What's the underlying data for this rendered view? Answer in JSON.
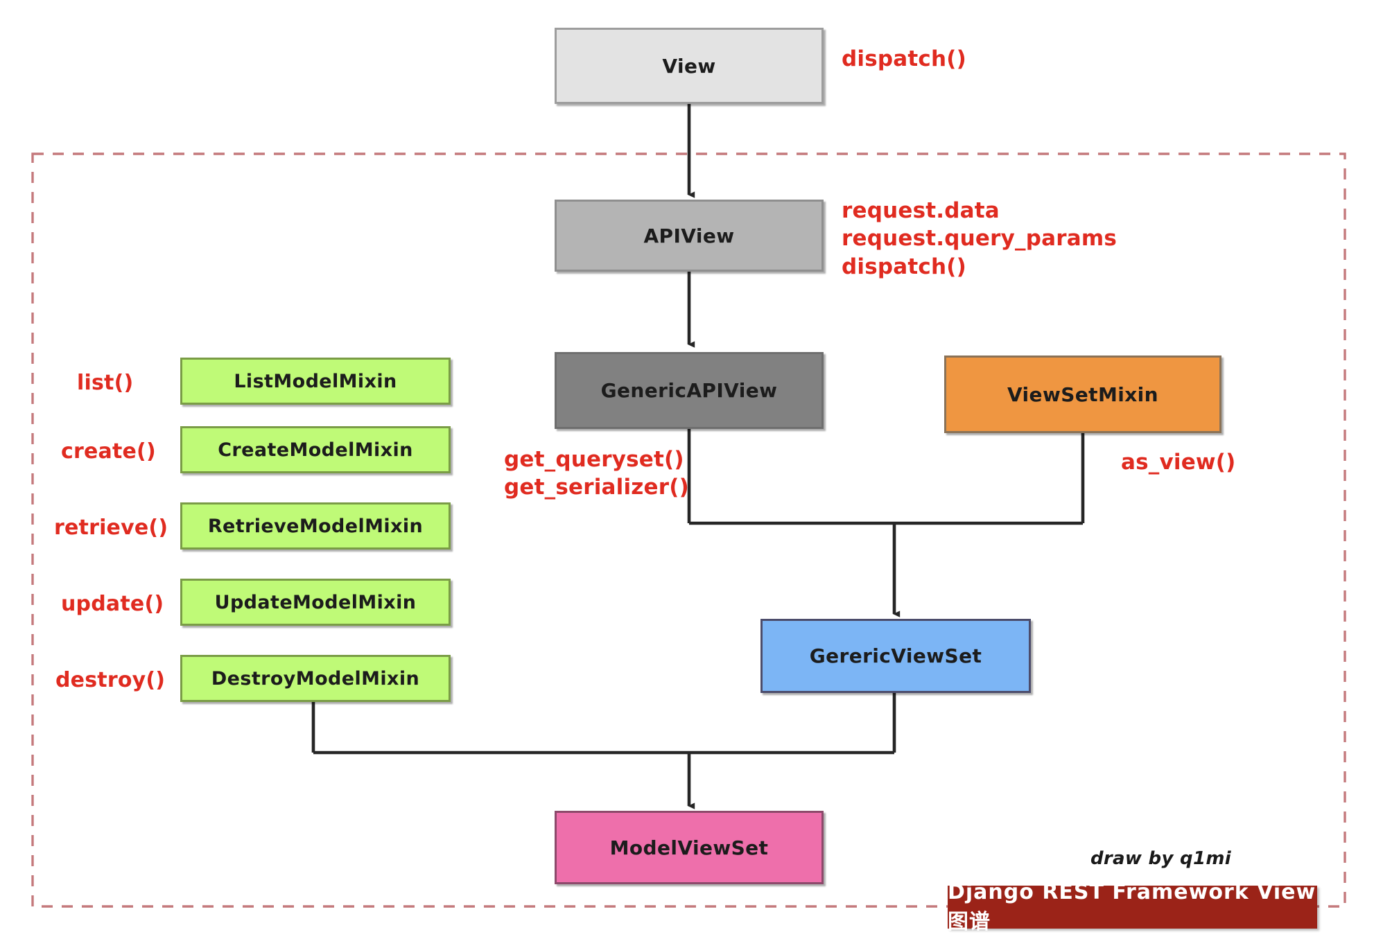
{
  "diagram": {
    "title_banner": "Django REST Framework View 图谱",
    "credit": "draw by q1mi",
    "group_border_color": "#c4797c",
    "arrow_color": "#262626",
    "annotation_color": "#e02b20",
    "banner_color": "#9b2318"
  },
  "nodes": {
    "view": {
      "label": "View",
      "fill": "#e3e3e3",
      "border": "#9d9d9d"
    },
    "apiview": {
      "label": "APIView",
      "fill": "#b4b4b4",
      "border": "#8f8f8f"
    },
    "generic_apiview": {
      "label": "GenericAPIView",
      "fill": "#818181",
      "border": "#6e6e6e"
    },
    "viewset_mixin": {
      "label": "ViewSetMixin",
      "fill": "#ef9641",
      "border": "#8a7257"
    },
    "generic_viewset": {
      "label": "GerericViewSet",
      "fill": "#7cb5f5",
      "border": "#4c4c6b"
    },
    "model_viewset": {
      "label": "ModelViewSet",
      "fill": "#ee6fab",
      "border": "#8c4a6b"
    },
    "mixins": [
      {
        "label": "ListModelMixin",
        "fill": "#bffa77",
        "border": "#7a9c46"
      },
      {
        "label": "CreateModelMixin",
        "fill": "#bffa77",
        "border": "#7a9c46"
      },
      {
        "label": "RetrieveModelMixin",
        "fill": "#bffa77",
        "border": "#7a9c46"
      },
      {
        "label": "UpdateModelMixin",
        "fill": "#bffa77",
        "border": "#7a9c46"
      },
      {
        "label": "DestroyModelMixin",
        "fill": "#bffa77",
        "border": "#7a9c46"
      }
    ]
  },
  "annotations": {
    "view_methods": "dispatch()",
    "apiview_methods": "request.data\nrequest.query_params\ndispatch()",
    "generic_apiview_methods": "get_queryset()\nget_serializer()",
    "viewset_mixin_methods": "as_view()",
    "mixin_methods": [
      "list()",
      "create()",
      "retrieve()",
      "update()",
      "destroy()"
    ]
  }
}
